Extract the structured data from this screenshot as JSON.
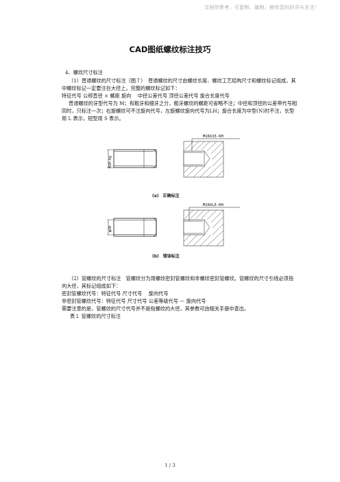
{
  "watermark": "文档供参考，可复制、编制，期待您的好评与关注！",
  "title": "CAD图纸螺纹标注技巧",
  "paragraphs": {
    "p1": "4、螺纹尺寸标注",
    "p2": "（1）普通螺纹的尺寸标注（图７）　普通螺纹的尺寸由螺纹长度、螺纹工艺结构尺寸和螺纹标记组成，其中螺纹标记一定要注在大径上。完整的螺纹标记如下：",
    "p3": "特征代号 公称直径 × 螺距 旋向　 中径公差代号 顶径公差代号 旋合长度代号",
    "p4": "普通螺纹的牙型代号为 M；有粗牙和细牙之分，粗牙螺纹的螺距可省略不注；中径和顶径的公差带代号相同时，只标注一次；右旋螺纹可不注旋向代号，左旋螺纹旋向代号为LH；旋合长度为中型(N)时不注，长型用 L 表示，短型用 S 表示。",
    "p5": "（2）管螺纹的尺寸标注　管螺纹分为用螺纹密封管螺纹和非螺纹密封管螺纹。管螺纹的尺寸引线必须指向大径，其标记组成如下：",
    "p6": "密封管螺纹代号：特征代号 尺寸代号　 旋向代号",
    "p7": "非密封管螺纹代号：特征代号 尺寸代号 公差等级代号 － 旋向代号",
    "p8": "需要注意的是，管螺纹的尺寸代号并不是指螺纹的大径，其参数可由相关手册中查出。",
    "p9": "表１ 管螺纹的尺寸标注"
  },
  "figure_a": {
    "left_dim": "M20-6g",
    "right_label": "M16X15-6H",
    "caption": "(a)　正确标注"
  },
  "figure_b": {
    "left_dim": "φ20",
    "right_label": "M16XL5-6H",
    "caption": "(b)　错误标注"
  },
  "footer": "1 / 3"
}
